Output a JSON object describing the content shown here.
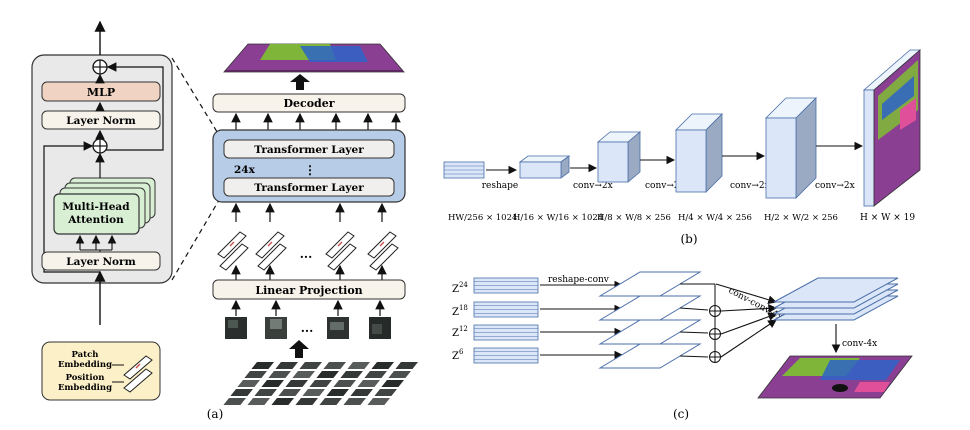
{
  "panel_a": {
    "caption": "(a)",
    "encoder_block": {
      "mlp": "MLP",
      "layer_norm_top": "Layer Norm",
      "attention_line1": "Multi-Head",
      "attention_line2": "Attention",
      "layer_norm_bottom": "Layer Norm"
    },
    "legend": {
      "patch_line1": "Patch",
      "patch_line2": "Embedding",
      "position_line1": "Position",
      "position_line2": "Embedding"
    },
    "decoder": "Decoder",
    "transformer_layer_top": "Transformer Layer",
    "transformer_layer_bottom": "Transformer Layer",
    "repeat_count": "24x",
    "vertical_ellipsis": "⋮",
    "linear_projection": "Linear Projection",
    "ellipsis": "..."
  },
  "panel_b": {
    "caption": "(b)",
    "op_reshape": "reshape",
    "op_conv1": "conv→2x",
    "op_conv2": "conv→2x",
    "op_conv3": "conv→2x",
    "op_conv4": "conv→2x",
    "dim0": "HW/256 × 1024",
    "dim1": "H/16 × W/16 × 1024",
    "dim2": "H/8 × W/8 × 256",
    "dim3": "H/4 × W/4 × 256",
    "dim4": "H/2 × W/2 × 256",
    "dim5": "H × W × 19"
  },
  "panel_c": {
    "caption": "(c)",
    "z24": "Z",
    "z24_sup": "24",
    "z18": "Z",
    "z18_sup": "18",
    "z12": "Z",
    "z12_sup": "12",
    "z6": "Z",
    "z6_sup": "6",
    "op_reshape_conv": "reshape-conv",
    "op_conv_conv_4x": "conv-conv-4x",
    "op_conv_4x": "conv-4x"
  },
  "colors": {
    "encoder_bg": "#e9e9e9",
    "transformer_bg": "#b7cce6",
    "box_fill": "#f7f3ea",
    "mlp_fill": "#f0d3c2",
    "attention_fill": "#d8efd4",
    "legend_fill": "#fbf0c8",
    "cube_face": "#dbe7f8",
    "seg_purple": "#8a3f93",
    "seg_green": "#7fb63a",
    "seg_blue": "#2d64c8"
  }
}
